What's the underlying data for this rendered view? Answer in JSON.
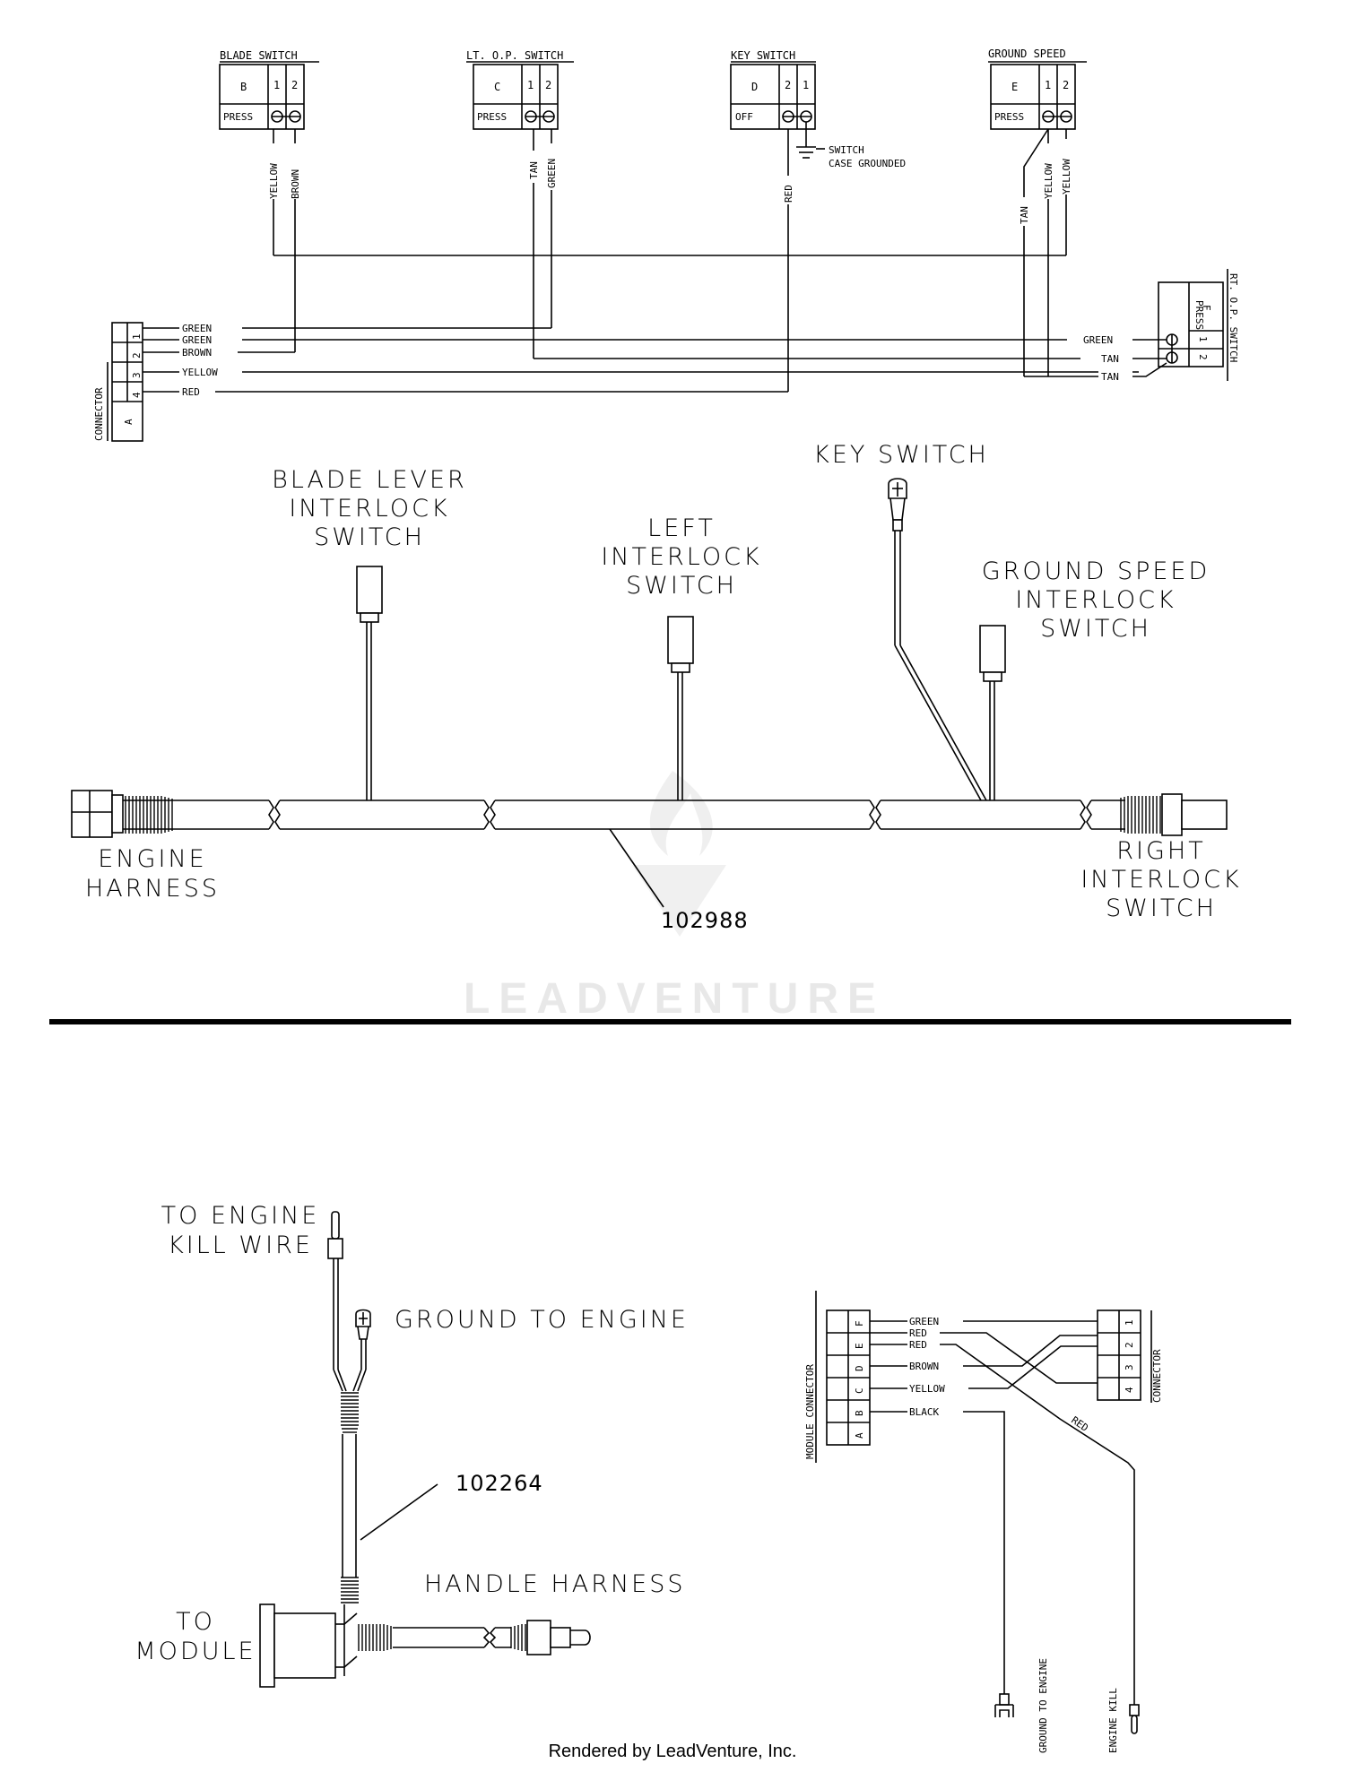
{
  "schematic": {
    "blade_switch": {
      "title": "BLADE SWITCH",
      "letter": "B",
      "pin_a": "1",
      "pin_b": "2",
      "state": "PRESS"
    },
    "lt_op_switch": {
      "title": "LT. O.P. SWITCH",
      "letter": "C",
      "pin_a": "1",
      "pin_b": "2",
      "state": "PRESS"
    },
    "key_switch": {
      "title": "KEY SWITCH",
      "letter": "D",
      "pin_a": "2",
      "pin_b": "1",
      "state": "OFF",
      "ground_note_1": "SWITCH",
      "ground_note_2": "CASE GROUNDED"
    },
    "ground_speed": {
      "title": "GROUND SPEED",
      "letter": "E",
      "pin_a": "1",
      "pin_b": "2",
      "state": "PRESS"
    },
    "rt_op_switch": {
      "title": "RT. O.P. SWITCH",
      "letter": "F",
      "pin_a": "1",
      "pin_b": "2",
      "state": "PRESS"
    },
    "connector": {
      "title": "CONNECTOR",
      "letter": "A",
      "pins": [
        "1",
        "2",
        "3",
        "4"
      ]
    },
    "wire_labels": {
      "yellow": "YELLOW",
      "brown": "BROWN",
      "tan": "TAN",
      "green": "GREEN",
      "red": "RED"
    },
    "connector_wires": [
      "GREEN",
      "GREEN",
      "BROWN",
      "YELLOW",
      "RED"
    ],
    "rt_wires": [
      "GREEN",
      "TAN",
      "TAN"
    ]
  },
  "harness_top": {
    "blade_lever_label": [
      "BLADE LEVER",
      "INTERLOCK",
      "SWITCH"
    ],
    "left_label": [
      "LEFT",
      "INTERLOCK",
      "SWITCH"
    ],
    "key_label": [
      "KEY SWITCH"
    ],
    "ground_speed_label": [
      "GROUND SPEED",
      "INTERLOCK",
      "SWITCH"
    ],
    "engine_label": [
      "ENGINE",
      "HARNESS"
    ],
    "right_label": [
      "RIGHT",
      "INTERLOCK",
      "SWITCH"
    ],
    "part_number": "102988"
  },
  "watermark": "LEADVENTURE",
  "harness_bottom": {
    "kill_label": [
      "TO ENGINE",
      "KILL WIRE"
    ],
    "ground_label": "GROUND TO ENGINE",
    "part_number": "102264",
    "handle_label": "HANDLE HARNESS",
    "module_label": [
      "TO",
      "MODULE"
    ]
  },
  "module_schematic": {
    "module_title": "MODULE CONNECTOR",
    "module_pins": [
      "F",
      "E",
      "D",
      "C",
      "B",
      "A"
    ],
    "module_wires": [
      "GREEN",
      "RED",
      "RED",
      "BROWN",
      "YELLOW",
      "BLACK"
    ],
    "connector_title": "CONNECTOR",
    "connector_pins": [
      "1",
      "2",
      "3",
      "4"
    ],
    "red_diag": "RED",
    "ground_to_engine": "GROUND TO ENGINE",
    "engine_kill": "ENGINE KILL"
  },
  "footer": "Rendered by LeadVenture, Inc."
}
